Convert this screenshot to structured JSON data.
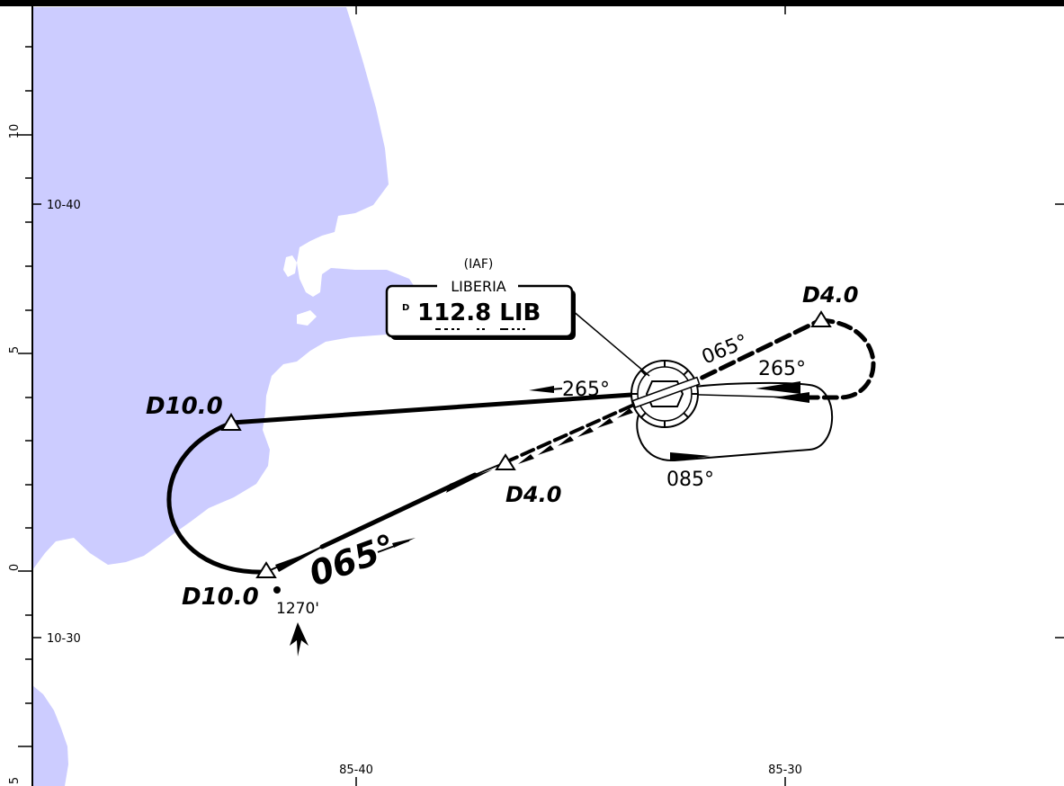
{
  "colors": {
    "water": "#ccccff",
    "ink": "#000000",
    "paper": "#ffffff"
  },
  "scale": {
    "left_ticks": [
      "10",
      "5",
      "0",
      "5"
    ],
    "lat_labels": [
      "10-40",
      "10-30"
    ],
    "lon_labels": [
      "85-40",
      "85-30"
    ]
  },
  "navaid": {
    "iaf_label": "(IAF)",
    "name": "LIBERIA",
    "dme_symbol": "D",
    "frequency_ident": "112.8 LIB",
    "morse_icon": "morse-code-lib"
  },
  "fixes": {
    "d10_upper": "D10.0",
    "d10_lower": "D10.0",
    "d4_inbound": "D4.0",
    "d4_outbound": "D4.0"
  },
  "courses": {
    "main_inbound": "065°",
    "outbound_265": "265°",
    "hold_outbound_065": "065°",
    "hold_inbound_265": "265°",
    "hold_085": "085°"
  },
  "obstacle": {
    "elevation": "1270'"
  }
}
